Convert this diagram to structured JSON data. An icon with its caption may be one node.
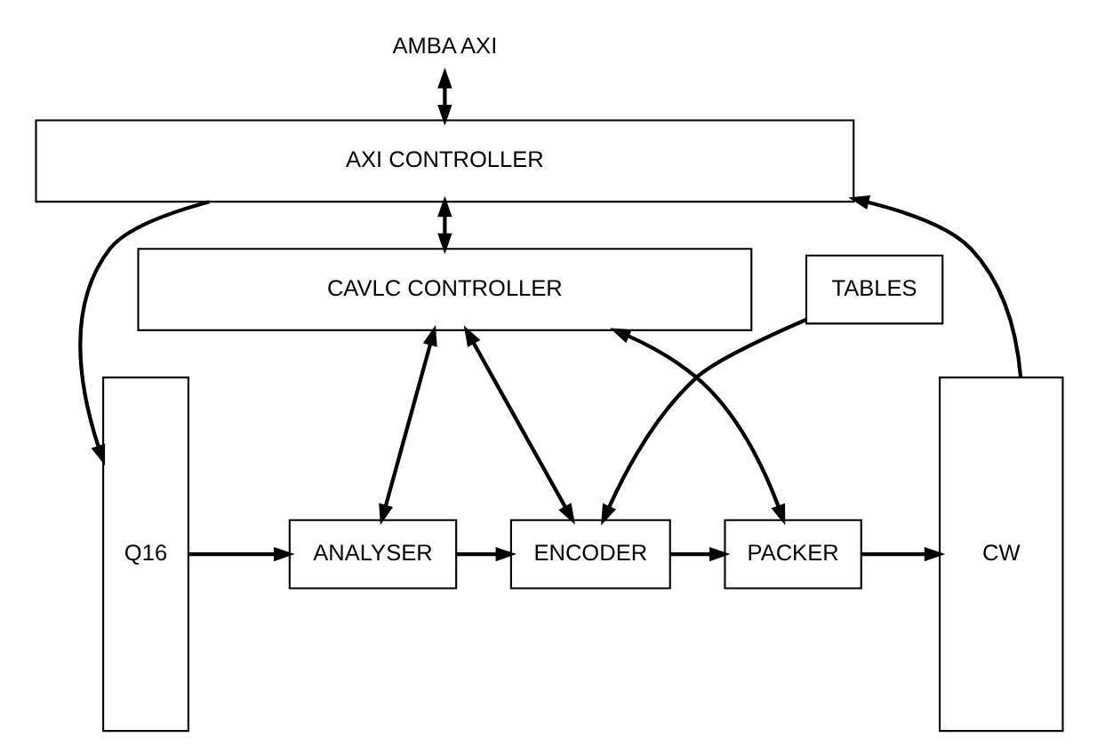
{
  "diagram": {
    "nodes": [
      {
        "text": [
          "AMBA AXI"
        ]
      },
      {
        "text": [
          "AXI CONTROLLER"
        ]
      },
      {
        "text": [
          "CAVLC CONTROLLER"
        ]
      },
      {
        "text": [
          "Q16"
        ]
      },
      {
        "text": [
          "ANALYSER"
        ]
      },
      {
        "text": [
          "ENCODER"
        ]
      },
      {
        "text": [
          "PACKER"
        ]
      },
      {
        "text": [
          "CW"
        ]
      },
      {
        "text": [
          "TABLES"
        ]
      }
    ],
    "edges": [
      {
        "from": 0,
        "to": 1,
        "arrow": "both"
      },
      {
        "from": 1,
        "to": 3,
        "arrow": "to"
      },
      {
        "from": 1,
        "to": 2,
        "arrow": "both"
      },
      {
        "from": 7,
        "to": 1,
        "arrow": "to"
      },
      {
        "from": 2,
        "to": 4,
        "arrow": "both"
      },
      {
        "from": 2,
        "to": 5,
        "arrow": "both"
      },
      {
        "from": 2,
        "to": 6,
        "arrow": "both"
      },
      {
        "from": 3,
        "to": 4,
        "arrow": "to"
      },
      {
        "from": 4,
        "to": 5,
        "arrow": "to"
      },
      {
        "from": 5,
        "to": 6,
        "arrow": "to"
      },
      {
        "from": 6,
        "to": 7,
        "arrow": "to"
      },
      {
        "from": 8,
        "to": 5,
        "arrow": "to"
      }
    ]
  }
}
